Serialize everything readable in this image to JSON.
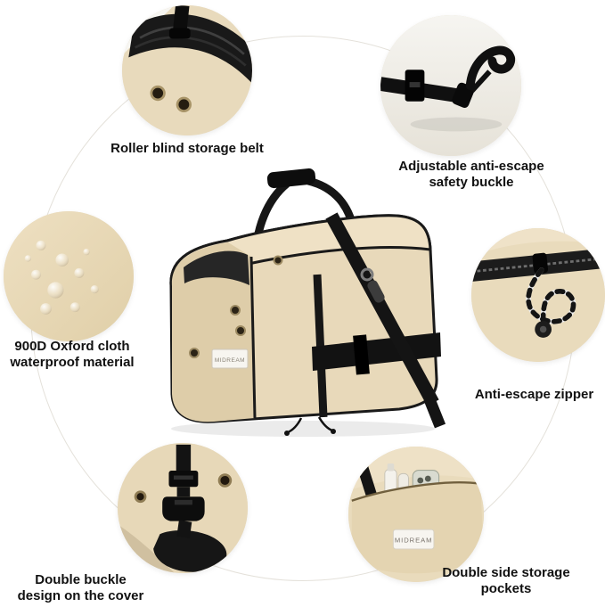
{
  "brand_label": "MIDREAM",
  "colors": {
    "background": "#ffffff",
    "ring": "#e4e1da",
    "fabric_beige": "#e8d9ba",
    "strap_black": "#141414"
  },
  "features": [
    {
      "id": "roller-blind-storage-belt",
      "label": "Roller blind storage belt"
    },
    {
      "id": "adjustable-safety-buckle",
      "label": "Adjustable anti-escape\nsafety buckle"
    },
    {
      "id": "oxford-waterproof-material",
      "label": "900D Oxford cloth\nwaterproof material"
    },
    {
      "id": "anti-escape-zipper",
      "label": "Anti-escape zipper"
    },
    {
      "id": "double-buckle-cover",
      "label": "Double buckle\ndesign on the cover"
    },
    {
      "id": "double-side-pockets",
      "label": "Double side storage\npockets"
    }
  ]
}
